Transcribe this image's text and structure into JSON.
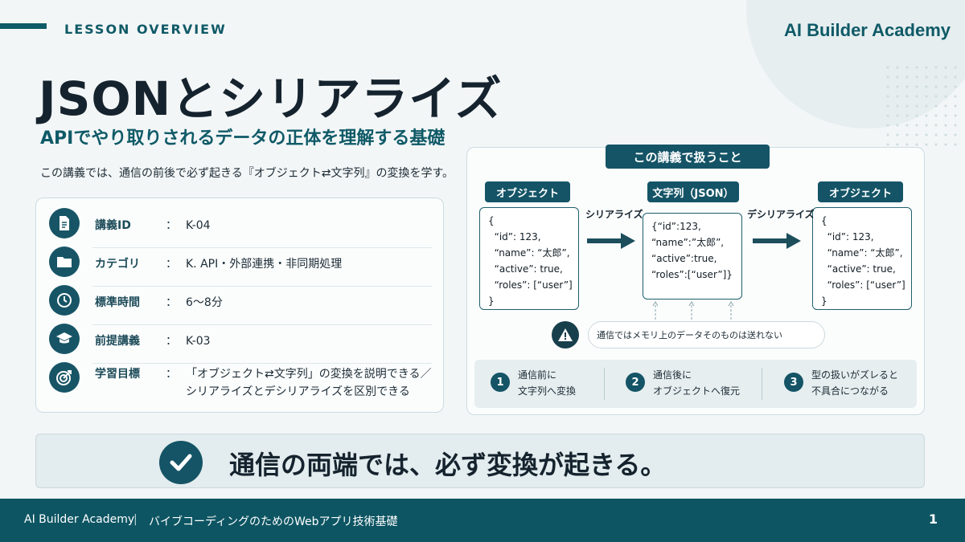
{
  "header": {
    "section_label": "LESSON OVERVIEW",
    "brand": "AI Builder Academy"
  },
  "title": "JSONとシリアライズ",
  "subtitle": "APIでやり取りされるデータの正体を理解する基礎",
  "intro": "この講義では、通信の前後で必ず起きる『オブジェクト⇄文字列』の変換を学す。",
  "info": {
    "colon": "：",
    "rows": [
      {
        "label": "講義ID",
        "value": "K-04",
        "icon": "document-icon"
      },
      {
        "label": "カテゴリ",
        "value": "K. API・外部連携・非同期処理",
        "icon": "folder-icon"
      },
      {
        "label": "標準時間",
        "value": "6〜8分",
        "icon": "clock-icon"
      },
      {
        "label": "前提講義",
        "value": "K-03",
        "icon": "graduation-cap-icon"
      },
      {
        "label": "学習目標",
        "value_line1": "「オブジェクト⇄文字列」の変換を説明できる／",
        "value_line2": "シリアライズとデシリアライズを区別できる",
        "icon": "target-icon"
      }
    ]
  },
  "diagram": {
    "title": "この講義で扱うこと",
    "left_label": "オブジェクト",
    "middle_label": "文字列（JSON）",
    "right_label": "オブジェクト",
    "left_code": "{\n  “id”: 123,\n  “name”: “太郎”,\n  “active”: true,\n  “roles”: [“user”]\n}",
    "middle_code": "{“id”:123,\n“name”:”太郎”,\n“active”:true,\n“roles”:[“user”]}",
    "right_code": "{\n  “id”: 123,\n  “name”: “太郎”,\n  “active”: true,\n  “roles”: [“user”]\n}",
    "arrow_serialize": "シリアライズ",
    "arrow_deserialize": "デシリアライズ",
    "warning": "通信ではメモリ上のデータそのものは送れない",
    "steps": [
      {
        "num": "1",
        "line1": "通信前に",
        "line2": "文字列へ変換"
      },
      {
        "num": "2",
        "line1": "通信後に",
        "line2": "オブジェクトへ復元"
      },
      {
        "num": "3",
        "line1": "型の扱いがズレると",
        "line2": "不具合につながる"
      }
    ]
  },
  "key_message": "通信の両端では、必ず変換が起きる。",
  "footer": {
    "brand": "AI Builder Academy",
    "separator": "|",
    "course": "バイブコーディングのためのWebアプリ技術基礎",
    "page": "1"
  },
  "colors": {
    "primary": "#145466",
    "footer": "#0d5563",
    "background": "#f3f6f7"
  }
}
